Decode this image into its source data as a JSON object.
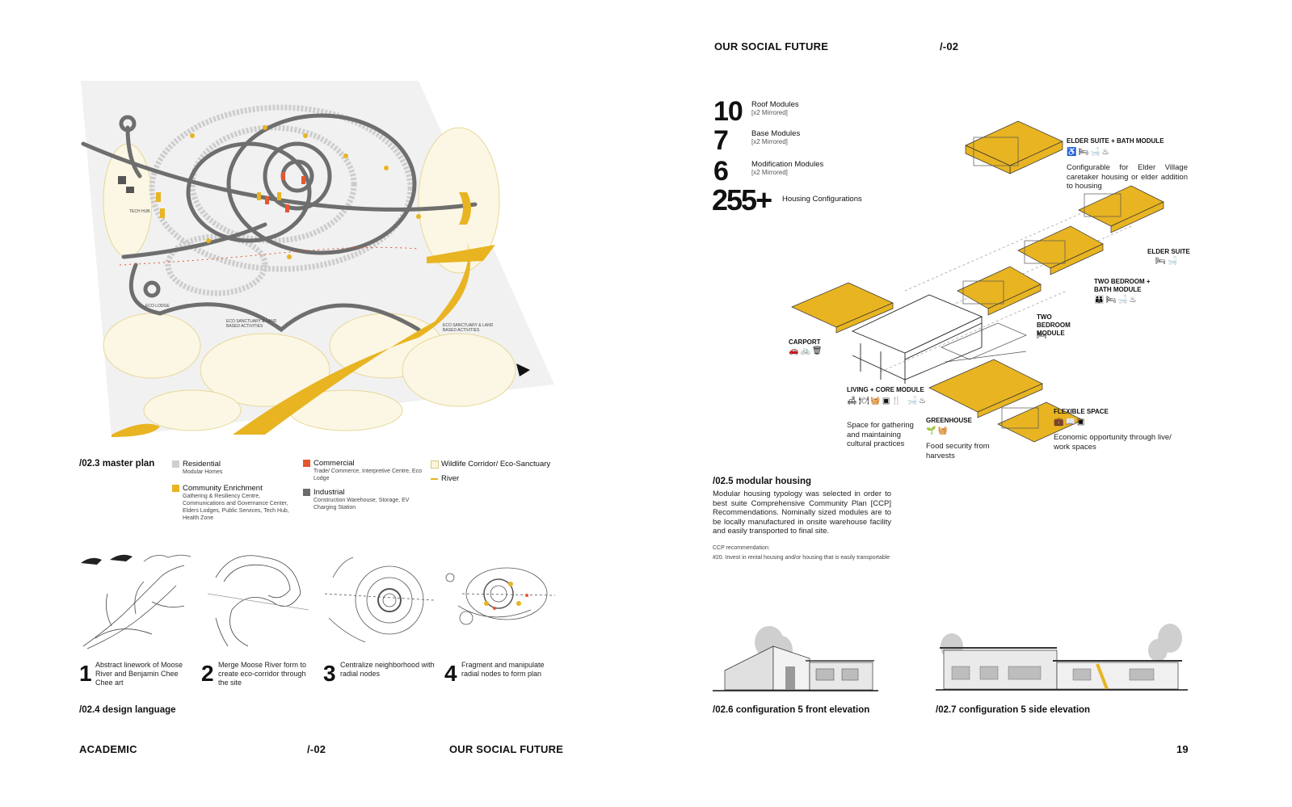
{
  "left_page": {
    "master_plan": {
      "caption": "/02.3 master plan",
      "map_labels": [
        "ECO SANCTUARY & LAND BASED ACTIVITIES",
        "ECO SANCTUARY & LAND BASED ACTIVITIES",
        "TECH HUB",
        "ECO LODGE"
      ],
      "north_arrow": "triangle-icon",
      "legend": [
        {
          "title": "Residential",
          "detail": "Modular Homes",
          "color": "#cfcfcf"
        },
        {
          "title": "Community Enrichment",
          "detail": "Gathering & Resiliency Centre, Communications and Governance Center, Elders Lodges, Public Services, Tech Hub, Health Zone",
          "color": "#e8b422"
        },
        {
          "title": "Commercial",
          "detail": "Trade/ Commerce, Interpretive Centre, Eco Lodge",
          "color": "#e4572e"
        },
        {
          "title": "Industrial",
          "detail": "Construction Warehouse, Storage, EV Charging Station",
          "color": "#6b6b6b"
        },
        {
          "title": "Wildlife Corridor/  Eco-Sanctuary",
          "detail": "",
          "color": "#fbf5dc"
        },
        {
          "title": "River",
          "detail": "",
          "color": "#e8b422"
        }
      ]
    },
    "design_language": {
      "caption": "/02.4 design language",
      "steps": [
        {
          "num": "1",
          "text": "Abstract linework of  Moose River and Benjamin Chee Chee art"
        },
        {
          "num": "2",
          "text": "Merge Moose River form to create eco-corridor through the site"
        },
        {
          "num": "3",
          "text": "Centralize neighborhood with radial nodes"
        },
        {
          "num": "4",
          "text": "Fragment and manipulate radial nodes to form plan"
        }
      ]
    },
    "footer": {
      "left": "ACADEMIC",
      "mid": "/-02",
      "right": "OUR SOCIAL FUTURE"
    }
  },
  "right_page": {
    "header": {
      "title": "OUR SOCIAL FUTURE",
      "num": "/-02"
    },
    "stats": [
      {
        "num": "10",
        "label": "Roof Modules",
        "sub": "[x2 Mirrored]"
      },
      {
        "num": "7",
        "label": "Base Modules",
        "sub": "[x2 Mirrored]"
      },
      {
        "num": "6",
        "label": "Modification Modules",
        "sub": "[x2 Mirrored]"
      },
      {
        "num": "255+",
        "label": "Housing Configurations",
        "sub": ""
      }
    ],
    "modules": {
      "elder_bath": {
        "label": "ELDER SUITE + BATH MODULE",
        "desc": "Configurable for Elder Village caretaker housing or elder addition to housing",
        "icons": "♿🛏🛁♨"
      },
      "elder_suite": {
        "label": "ELDER SUITE",
        "icons": "🛏🛁"
      },
      "two_bed_bath": {
        "label": "TWO BEDROOM + BATH MODULE",
        "icons": "👪🛏🛁♨"
      },
      "two_bed": {
        "label": "TWO BEDROOM MODULE",
        "icons": "🛏"
      },
      "carport": {
        "label": "CARPORT",
        "icons": "🚗🚲🗑"
      },
      "living": {
        "label": "LIVING + CORE MODULE",
        "desc": "Space for gathering and maintaining cultural practices",
        "icons": "🛋🍽🧺▣🍴 🛁♨"
      },
      "greenhouse": {
        "label": "GREENHOUSE",
        "desc": "Food security from harvests",
        "icons": "🌱🧺"
      },
      "flexible": {
        "label": "FLEXIBLE SPACE",
        "desc": "Economic opportunity through live/ work spaces",
        "icons": "💼📖▣"
      }
    },
    "modular_housing": {
      "caption": "/02.5 modular housing",
      "text": "Modular housing typology was selected in order to best suite Comprehensive Community Plan [CCP] Recommendations. Nominally sized modules are to be locally manufactured in onsite warehouse facility and easily transported to final site.",
      "ccp_title": "CCP recommendation:",
      "ccp_text": "#20. Invest in rental housing and/or housing that is easily transportable"
    },
    "elevations": {
      "front_caption": "/02.6 configuration 5 front elevation",
      "side_caption": "/02.7 configuration 5 side elevation"
    },
    "page_number": "19"
  }
}
